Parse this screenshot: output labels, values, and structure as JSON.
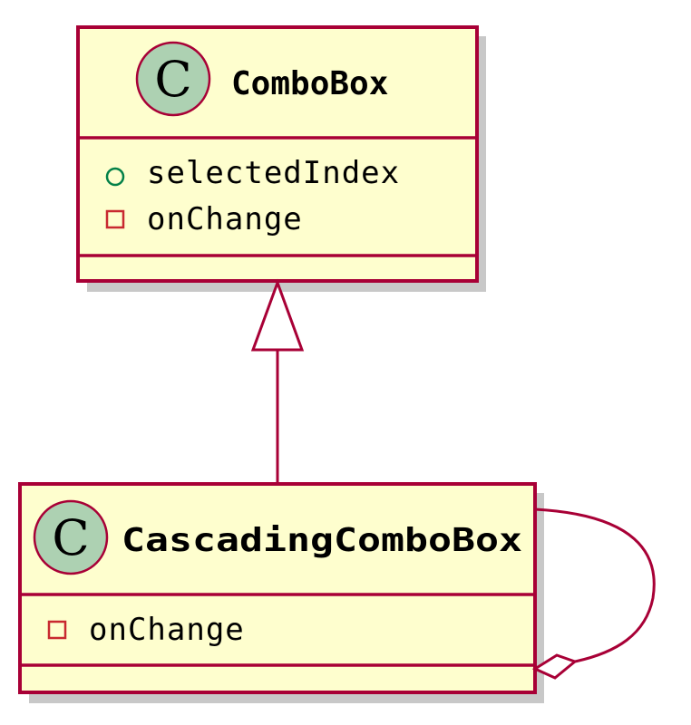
{
  "diagram": {
    "classes": [
      {
        "id": "combobox",
        "stereotype_letter": "C",
        "name": "ComboBox",
        "attributes": [
          {
            "visibility": "public",
            "name": "selectedIndex"
          },
          {
            "visibility": "private",
            "name": "onChange"
          }
        ]
      },
      {
        "id": "cascading",
        "stereotype_letter": "C",
        "name": "CascadingComboBox",
        "attributes": [
          {
            "visibility": "private",
            "name": "onChange"
          }
        ]
      }
    ],
    "relations": [
      {
        "type": "generalization",
        "from": "CascadingComboBox",
        "to": "ComboBox"
      },
      {
        "type": "aggregation",
        "from": "CascadingComboBox",
        "to": "CascadingComboBox"
      }
    ],
    "colors": {
      "class_fill": "#FEFECE",
      "border": "#A80036",
      "badge": "#ADD1B2",
      "public": "#038048",
      "private": "#C82930"
    }
  }
}
